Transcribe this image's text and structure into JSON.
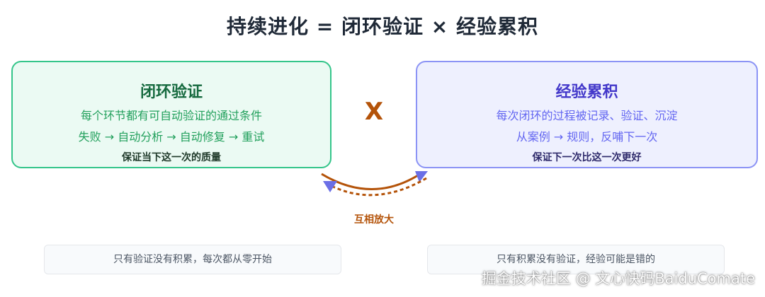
{
  "title": "持续进化 = 闭环验证 × 经验累积",
  "left_card": {
    "title": "闭环验证",
    "line1": "每个环节都有可自动验证的通过条件",
    "line2": "失败 → 自动分析 → 自动修复 → 重试",
    "line3": "保证当下这一次的质量"
  },
  "right_card": {
    "title": "经验累积",
    "line1": "每次闭环的过程被记录、验证、沉淀",
    "line2": "从案例 → 规则，反哺下一次",
    "line3": "保证下一次比这一次更好"
  },
  "operator": "X",
  "cycle_label": "互相放大",
  "notes": {
    "left": "只有验证没有积累，每次都从零开始",
    "right": "只有积累没有验证，经验可能是错的"
  },
  "watermark": "掘金技术社区 @ 文心快码BaiduComate",
  "colors": {
    "green_border": "#34c58a",
    "green_fill": "#ebfaf3",
    "purple_border": "#8b93f5",
    "purple_fill": "#eef0fe",
    "accent_brown": "#b45309",
    "arrow_head": "#6b6fe6"
  }
}
